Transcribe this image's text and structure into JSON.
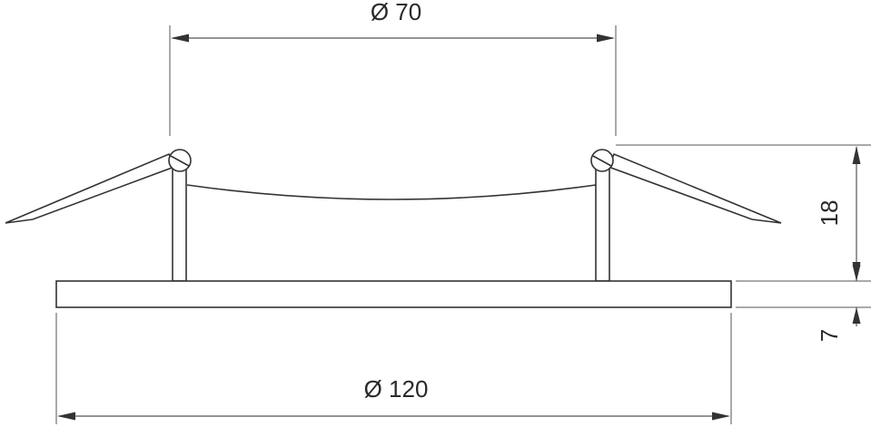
{
  "drawing": {
    "dim_top_diameter": "Ø 70",
    "dim_bottom_diameter": "Ø 120",
    "dim_height_upper": "18",
    "dim_height_lower": "7"
  }
}
